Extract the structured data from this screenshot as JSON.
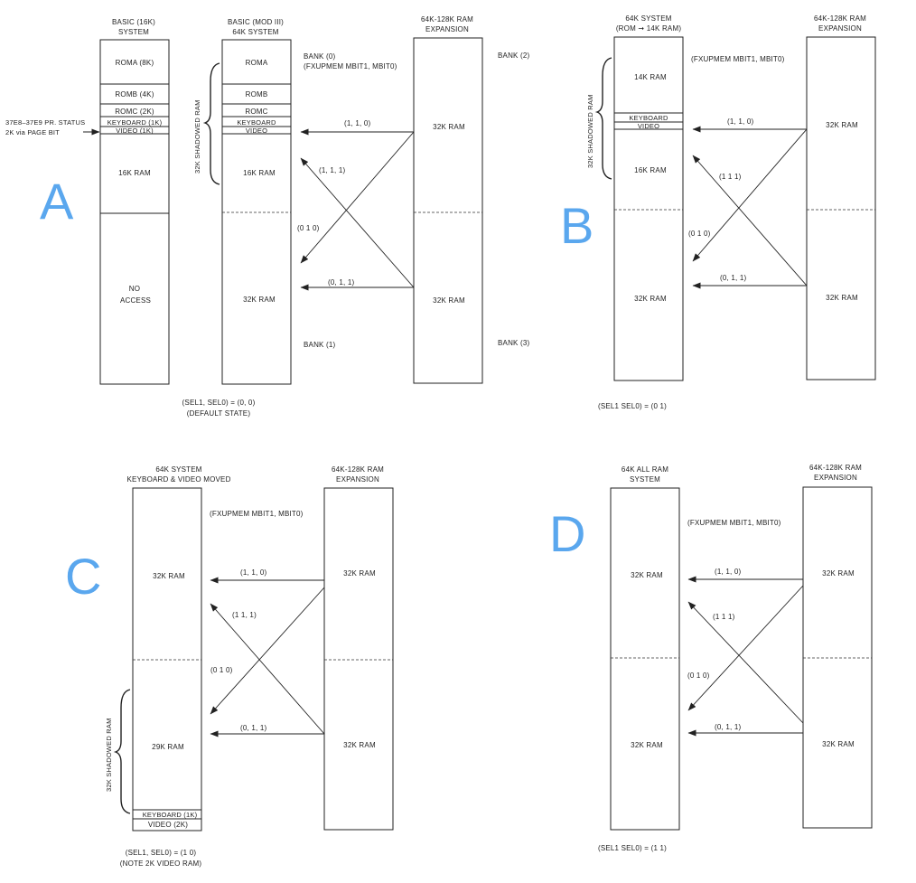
{
  "panels": {
    "A": {
      "letter": "A",
      "left_col": {
        "title_line1": "BASIC (16K)",
        "title_line2": "SYSTEM",
        "roma": "ROMA (8K)",
        "romb": "ROMB (4K)",
        "romc": "ROMC (2K)",
        "keyboard": "KEYBOARD (1K)",
        "video": "VIDEO (1K)",
        "ram16": "16K RAM",
        "no_access_line1": "NO",
        "no_access_line2": "ACCESS",
        "side_note1": "37E8–37E9 PR. STATUS",
        "side_note2": "2K via PAGE BIT"
      },
      "mid_col": {
        "title_line1": "BASIC (MOD III)",
        "title_line2": "64K SYSTEM",
        "roma": "ROMA",
        "romb": "ROMB",
        "romc": "ROMC",
        "keyboard": "KEYBOARD",
        "video": "VIDEO",
        "ram16": "16K RAM",
        "ram32": "32K RAM",
        "shadow": "32K SHADOWED RAM"
      },
      "exp": {
        "title_line1": "64K-128K RAM",
        "title_line2": "EXPANSION",
        "ram_top": "32K RAM",
        "ram_bottom": "32K RAM"
      },
      "bank0": "BANK (0)",
      "fxupmem": "(FXUPMEM MBIT1, MBIT0)",
      "bank1": "BANK (1)",
      "bank2": "BANK (2)",
      "bank3": "BANK (3)",
      "arrow_110": "(1, 1, 0)",
      "arrow_111": "(1, 1, 1)",
      "arrow_010": "(0 1 0)",
      "arrow_011": "(0, 1, 1)",
      "caption1": "(SEL1, SEL0) = (0, 0)",
      "caption2": "(DEFAULT STATE)"
    },
    "B": {
      "letter": "B",
      "sys": {
        "title_line1": "64K SYSTEM",
        "title_line2": "(ROM ➞ 14K RAM)",
        "ram14": "14K RAM",
        "keyboard": "KEYBOARD",
        "video": "VIDEO",
        "ram16": "16K RAM",
        "ram32": "32K RAM",
        "shadow": "32K SHADOWED RAM"
      },
      "exp": {
        "title_line1": "64K-128K RAM",
        "title_line2": "EXPANSION",
        "ram_top": "32K RAM",
        "ram_bottom": "32K RAM"
      },
      "fxupmem": "(FXUPMEM MBIT1, MBIT0)",
      "arrow_110": "(1, 1, 0)",
      "arrow_111": "(1 1 1)",
      "arrow_010": "(0 1 0)",
      "arrow_011": "(0, 1, 1)",
      "caption1": "(SEL1 SEL0) = (0 1)"
    },
    "C": {
      "letter": "C",
      "sys": {
        "title_line1": "64K SYSTEM",
        "title_line2": "KEYBOARD & VIDEO MOVED",
        "ram32": "32K RAM",
        "ram29": "29K RAM",
        "keyboard": "KEYBOARD (1K)",
        "video": "VIDEO (2K)",
        "shadow": "32K SHADOWED RAM"
      },
      "exp": {
        "title_line1": "64K-128K RAM",
        "title_line2": "EXPANSION",
        "ram_top": "32K RAM",
        "ram_bottom": "32K RAM"
      },
      "fxupmem": "(FXUPMEM MBIT1, MBIT0)",
      "arrow_110": "(1, 1, 0)",
      "arrow_111": "(1 1, 1)",
      "arrow_010": "(0 1 0)",
      "arrow_011": "(0, 1, 1)",
      "caption1": "(SEL1, SEL0) = (1 0)",
      "caption2": "(NOTE 2K VIDEO RAM)"
    },
    "D": {
      "letter": "D",
      "sys": {
        "title_line1": "64K ALL RAM",
        "title_line2": "SYSTEM",
        "ram_top": "32K RAM",
        "ram_bottom": "32K RAM"
      },
      "exp": {
        "title_line1": "64K-128K RAM",
        "title_line2": "EXPANSION",
        "ram_top": "32K RAM",
        "ram_bottom": "32K RAM"
      },
      "fxupmem": "(FXUPMEM MBIT1, MBIT0)",
      "arrow_110": "(1, 1, 0)",
      "arrow_111": "(1 1 1)",
      "arrow_010": "(0 1 0)",
      "arrow_011": "(0, 1, 1)",
      "caption1": "(SEL1 SEL0) = (1 1)"
    }
  },
  "colors": {
    "letter": "#5aa7ee",
    "ink": "#222222"
  }
}
